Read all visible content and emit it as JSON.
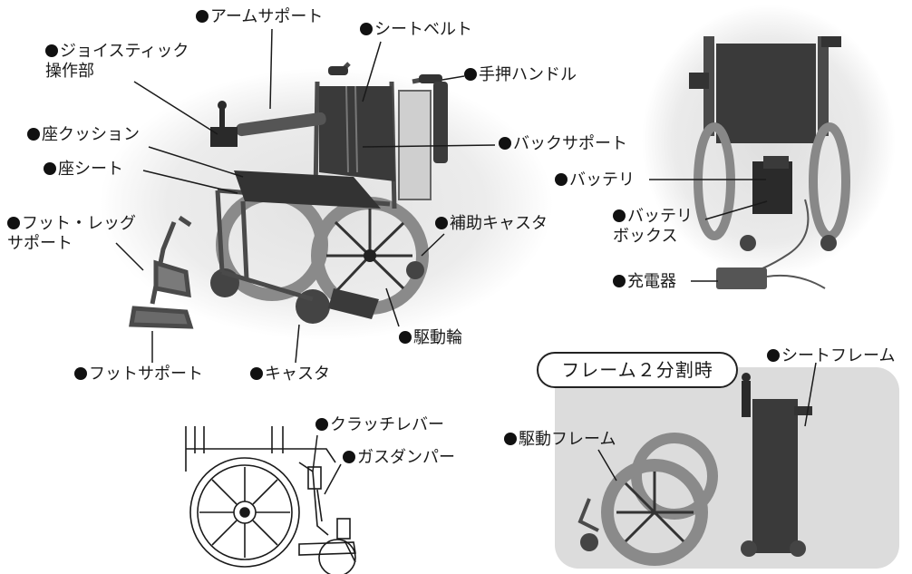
{
  "labels": {
    "arm_support": "アームサポート",
    "seat_belt": "シートベルト",
    "joystick": "ジョイスティック\n操作部",
    "push_handle": "手押ハンドル",
    "seat_cushion": "座クッション",
    "back_support": "バックサポート",
    "seat_sheet": "座シート",
    "foot_leg_support": "フット・レッグ\nサポート",
    "assist_caster": "補助キャスタ",
    "drive_wheel": "駆動輪",
    "foot_support": "フットサポート",
    "caster": "キャスタ",
    "battery": "バッテリ",
    "battery_box": "バッテリ\nボックス",
    "charger": "充電器",
    "seat_frame": "シートフレーム",
    "drive_frame": "駆動フレーム",
    "clutch_lever": "クラッチレバー",
    "gas_damper": "ガスダンパー"
  },
  "split_title": "フレーム２分割時",
  "colors": {
    "ink": "#1a1a1a",
    "frame": "#4a4a4a",
    "tire": "#8a8a8a",
    "cushion": "#3a3a3a",
    "halo": "#e6e6e6",
    "panel": "#dcdcdc"
  }
}
